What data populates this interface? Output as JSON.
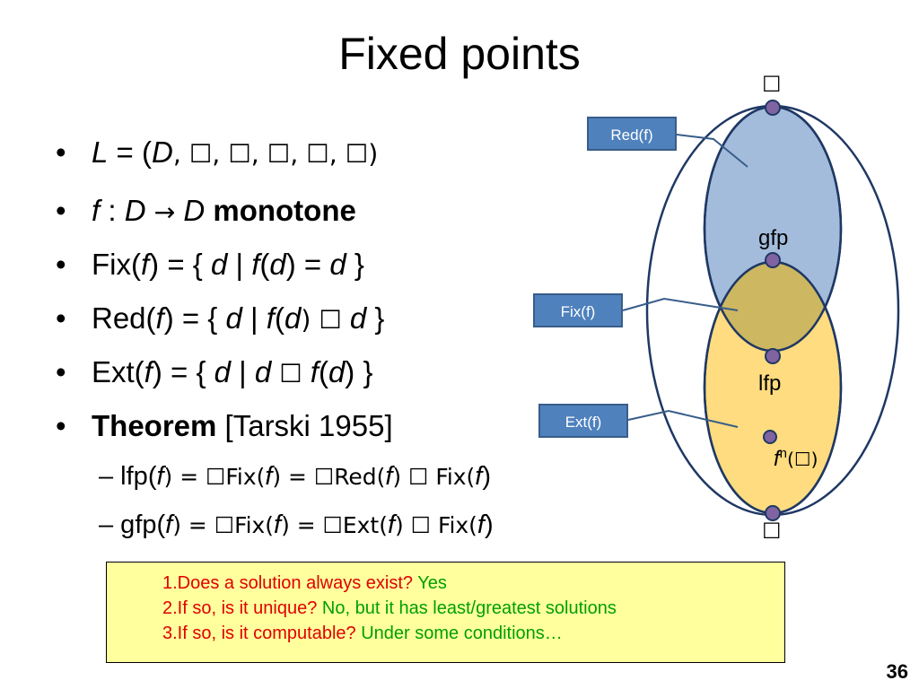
{
  "title": "Fixed points",
  "bullets": {
    "b1": {
      "pre": "L",
      "eq": " = (",
      "d": "D",
      "rest": ", ☐, ☐, ☐, ☐, ☐)"
    },
    "b2": {
      "f": "f",
      "colon": " : ",
      "d1": "D",
      "arrow": " → ",
      "d2": "D",
      "mono": " monotone"
    },
    "b3": {
      "pre": "Fix(",
      "f": "f",
      "mid": ") = { ",
      "d1": "d",
      "bar": " | ",
      "f2": "f",
      "open": "(",
      "d2": "d",
      "close": ") = ",
      "d3": "d",
      "end": " }"
    },
    "b4": {
      "pre": "Red(",
      "f": "f",
      "mid": ") = { ",
      "d1": "d",
      "bar": " | ",
      "f2": "f",
      "open": "(",
      "d2": "d",
      "close": ") ☐ ",
      "d3": "d",
      "end": " }"
    },
    "b5": {
      "pre": "Ext(",
      "f": "f",
      "mid": ") = { ",
      "d1": "d",
      "bar": " | ",
      "d2": "d",
      "rel": " ☐ ",
      "f2": "f",
      "open": "(",
      "d3": "d",
      "end": ") }"
    },
    "b6": {
      "bold": "Theorem",
      "rest": " [Tarski 1955]"
    },
    "s1": {
      "pre": "– lfp(",
      "f1": "f",
      "a": ") = ☐Fix(",
      "f2": "f",
      "b": ") = ☐Red(",
      "f3": "f",
      "c": ") ☐ Fix(",
      "f4": "f",
      "d": ")"
    },
    "s2": {
      "pre": "– gfp(",
      "f1": "f",
      "a": ") = ☐Fix(",
      "f2": "f",
      "b": ") = ☐Ext(",
      "f3": "f",
      "c": ") ☐ Fix(",
      "f4": "f",
      "d": ")"
    }
  },
  "bullet_symbol": "•",
  "diagram": {
    "top_symbol": "☐",
    "bottom_symbol": "☐",
    "gfp": "gfp",
    "lfp": "lfp",
    "fn": {
      "f": "f",
      "n": "n",
      "arg": "(☐)"
    },
    "callouts": {
      "red": "Red(f)",
      "fix": "Fix(f)",
      "ext": "Ext(f)"
    },
    "colors": {
      "red_fill": "#a4bcdc",
      "ext_fill": "#fedc7f",
      "overlap_fill": "#cdb760",
      "outline": "#1f3864",
      "point_fill": "#8064a2",
      "callout_fill": "#4f81bd"
    }
  },
  "questions": [
    {
      "q": "1.Does a solution always exist? ",
      "a": "Yes"
    },
    {
      "q": "2.If so, is it unique? ",
      "a": "No, but it has least/greatest solutions"
    },
    {
      "q": "3.If so, is it computable? ",
      "a": "Under some conditions…"
    }
  ],
  "page_number": "36"
}
